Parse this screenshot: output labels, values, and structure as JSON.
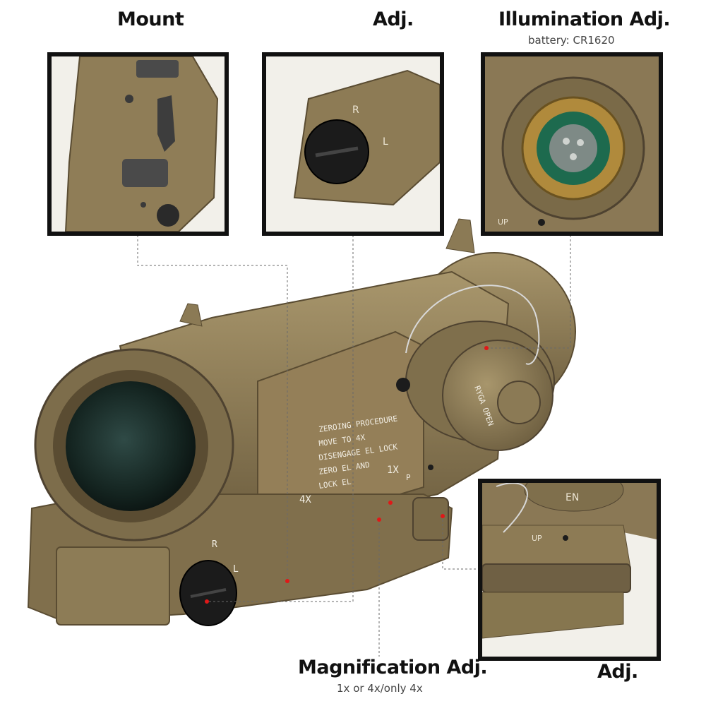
{
  "labels": {
    "mount": "Mount",
    "adj_top": "Adj.",
    "illumination": "Illumination Adj.",
    "battery": "battery: CR1620",
    "magnification": "Magnification Adj.",
    "magnification_sub": "1x or 4x/only 4x",
    "adj_bottom": "Adj."
  },
  "markings": {
    "zeroing_1": "ZEROING PROCEDURE",
    "zeroing_2": "MOVE TO 4X",
    "zeroing_3": "DISENGAGE EL LOCK",
    "zeroing_4": "ZERO EL AND",
    "zeroing_5": "LOCK EL",
    "mag_4x": "4X",
    "mag_1x": "1X",
    "p_mark": "P",
    "up_mark": "UP",
    "up_mark_inset": "UP",
    "r_mark": "R",
    "l_mark": "L",
    "r_mark_inset": "R",
    "l_mark_inset": "L",
    "cap_text": "RYGA OPEN",
    "inset_en": "EN"
  },
  "colors": {
    "body": "#8b7a55",
    "body_dark": "#6b5c3e",
    "body_light": "#a8966c",
    "frame": "#111111",
    "marker": "#e01818"
  }
}
